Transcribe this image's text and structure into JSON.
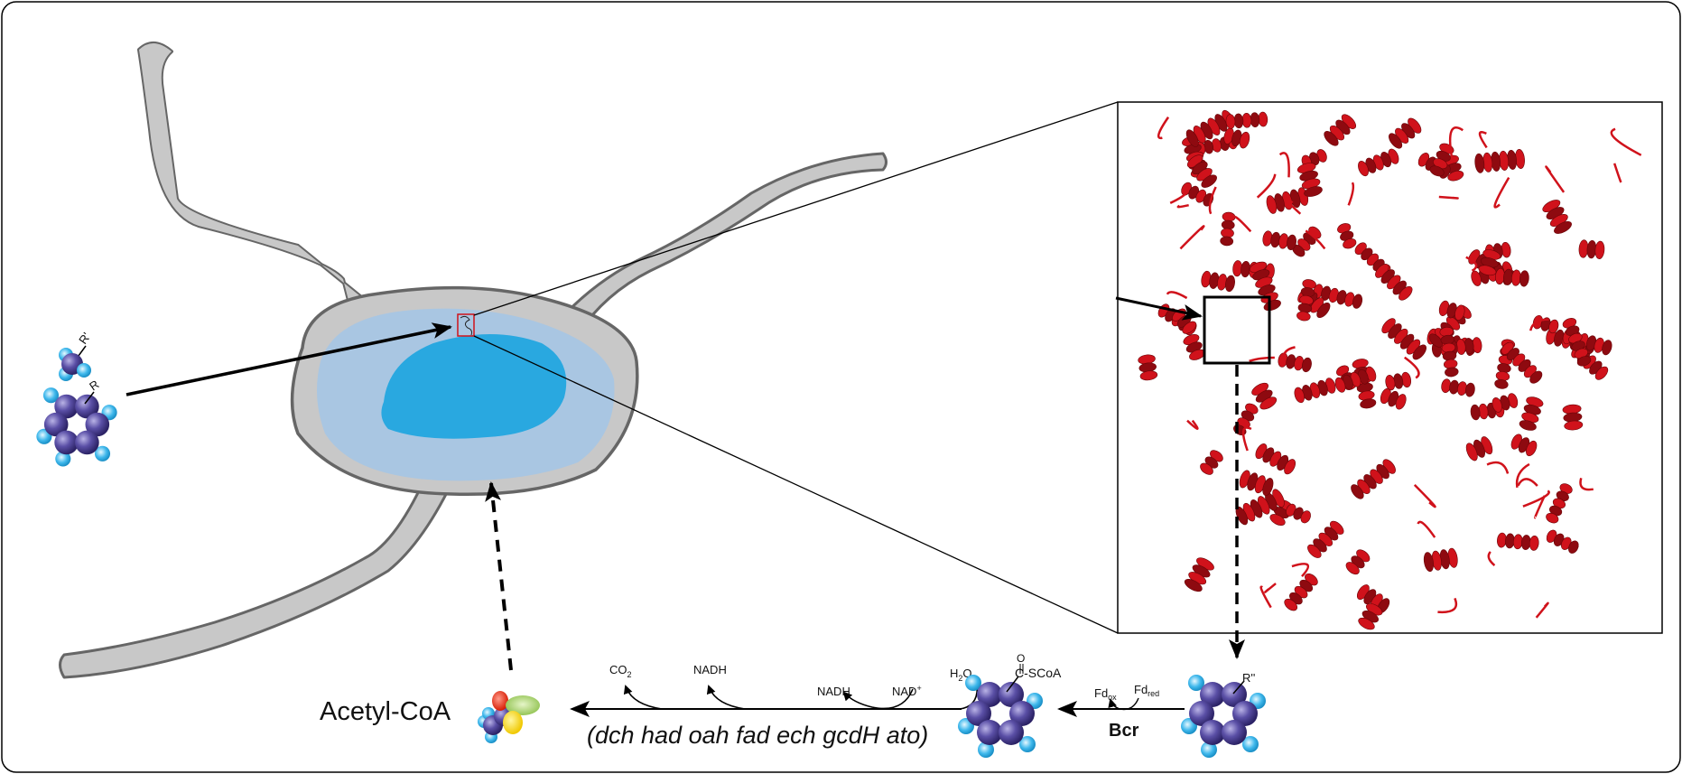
{
  "labels": {
    "r_prime": "R'",
    "r": "R",
    "r_double_prime": "R''",
    "acetyl_coa": "Acetyl-CoA",
    "genes": "(dch had oah fad ech gcdH ato)",
    "co2_main": "CO",
    "co2_sub": "2",
    "nadh_1": "NADH",
    "nadh_2": "NADH",
    "nad_plus_main": "NAD",
    "nad_plus_sup": "+",
    "h2o_h": "H",
    "h2o_sub": "2",
    "h2o_o": "O",
    "thioester_o": "O",
    "thioester": "C-SCoA",
    "fd_ox_main": "Fd",
    "fd_ox_sub": "ox",
    "fd_red_main": "Fd",
    "fd_red_sub": "red",
    "enzyme": "Bcr"
  },
  "colors": {
    "protein": "#d0121b",
    "cell_gray": "#c8c8c8",
    "cytoplasm": "#a9c6e2",
    "nucleus": "#29a8e0",
    "atom_c": "#4a3f94",
    "atom_h": "#3fb8ec"
  }
}
